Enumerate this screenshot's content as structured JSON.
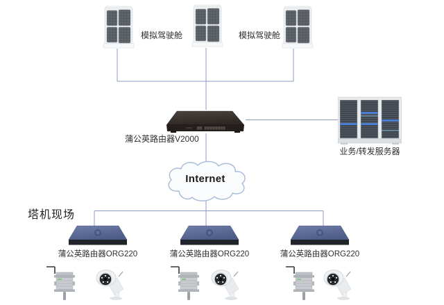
{
  "diagram_title": "tower-crane-remote-network-topology",
  "top": {
    "cockpit_count": 3,
    "labels": [
      "模拟驾驶舱",
      "模拟驾驶舱"
    ]
  },
  "core": {
    "router_label": "蒲公英路由器V2000",
    "server_label": "业务/转发服务器"
  },
  "internet": {
    "label": "Internet"
  },
  "site": {
    "title": "塔机现场",
    "routers": [
      {
        "label": "蒲公英路由器ORG220"
      },
      {
        "label": "蒲公英路由器ORG220"
      },
      {
        "label": "蒲公英路由器ORG220"
      }
    ]
  },
  "colors": {
    "line": "#8a9cc0",
    "cloud_border": "#aabdd9",
    "label_text": "#2f2f2f",
    "org_router_top": "#5d6c99",
    "org_router_front": "#23252d",
    "v2000_body": "#332d2a",
    "server_accent": "#4c82dd"
  }
}
